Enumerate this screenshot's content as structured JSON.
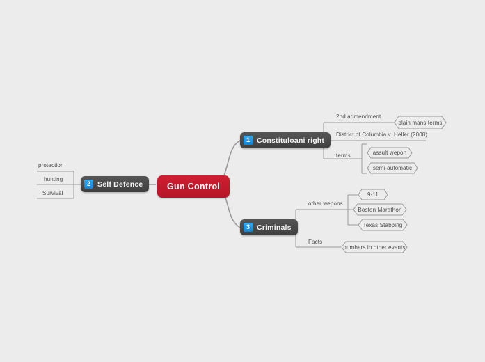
{
  "diagram": {
    "type": "mind-map",
    "background_color": "#ececec",
    "central": {
      "label": "Gun Control",
      "color": "#c4192c",
      "text_color": "#ffffff"
    },
    "branches": [
      {
        "number": "1",
        "label": "Constituloani right",
        "badge_color": "#1f9ae8",
        "node_color": "#4a4a4a",
        "children": [
          {
            "label": "2nd admendment",
            "style": "underline",
            "children": [
              {
                "label": "plain mans terms",
                "style": "hexagon"
              }
            ]
          },
          {
            "label": "District of Columbia v. Heller (2008)",
            "style": "underline",
            "children": []
          },
          {
            "label": "terms",
            "style": "underline",
            "children": [
              {
                "label": "assult wepon",
                "style": "hexagon"
              },
              {
                "label": "semi-automatic",
                "style": "hexagon"
              }
            ]
          }
        ]
      },
      {
        "number": "2",
        "label": "Self Defence",
        "badge_color": "#1f9ae8",
        "node_color": "#4a4a4a",
        "children": [
          {
            "label": "protection",
            "style": "underline",
            "children": []
          },
          {
            "label": "hunting",
            "style": "underline",
            "children": []
          },
          {
            "label": "Survival",
            "style": "underline",
            "children": []
          }
        ]
      },
      {
        "number": "3",
        "label": "Criminals",
        "badge_color": "#1f9ae8",
        "node_color": "#4a4a4a",
        "children": [
          {
            "label": "other wepons",
            "style": "underline",
            "children": [
              {
                "label": "9-11",
                "style": "hexagon"
              },
              {
                "label": "Boston Marathon",
                "style": "hexagon"
              },
              {
                "label": "Texas Stabbing",
                "style": "hexagon"
              }
            ]
          },
          {
            "label": "Facts",
            "style": "underline",
            "children": [
              {
                "label": "numbers in other events",
                "style": "hexagon"
              }
            ]
          }
        ]
      }
    ]
  }
}
